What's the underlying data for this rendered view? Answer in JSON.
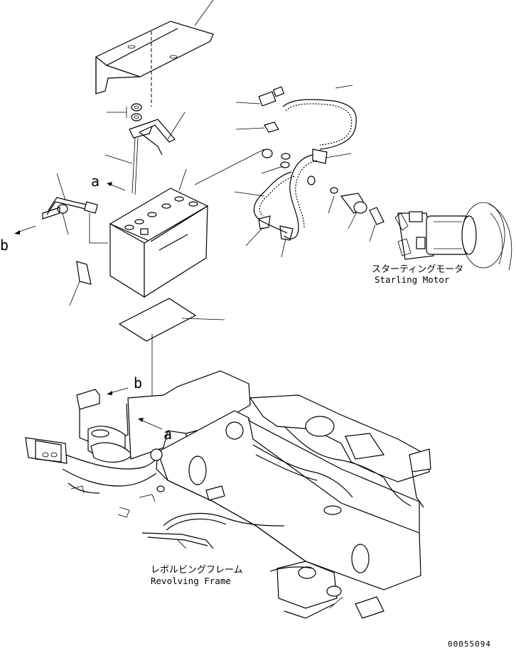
{
  "diagram": {
    "callouts": {
      "a_top": "a",
      "b_left": "b",
      "b_frame": "b",
      "a_frame": "a"
    },
    "labels": {
      "starting_motor_jp": "スターティングモータ",
      "starting_motor_en": "Starling Motor",
      "revolving_frame_jp": "レボルビングフレーム",
      "revolving_frame_en": "Revolving Frame"
    },
    "drawing_number": "00055094"
  }
}
